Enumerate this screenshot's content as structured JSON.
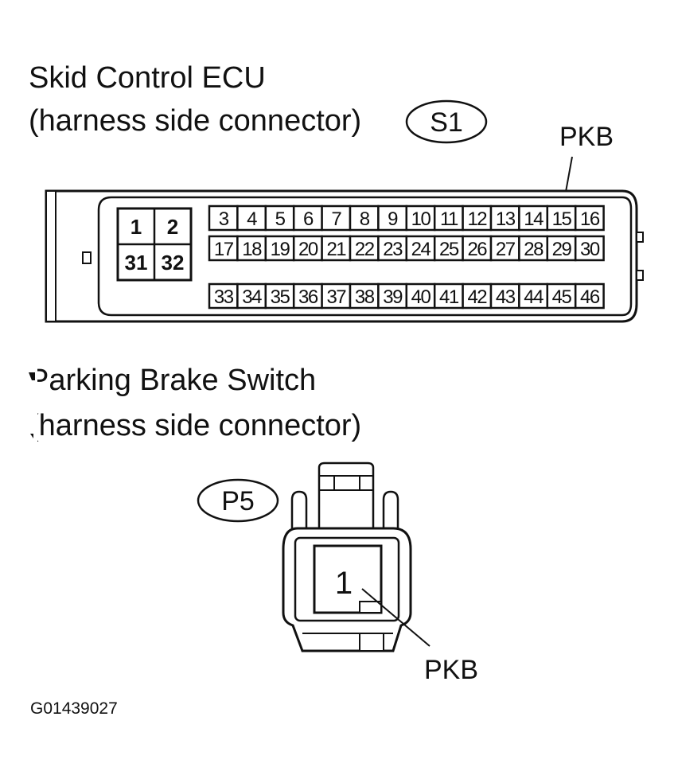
{
  "ecu": {
    "title": "Skid Control ECU",
    "subtitle": "(harness side connector)",
    "connector_id": "S1",
    "signal_label": "PKB",
    "left_pins": [
      "1",
      "2",
      "31",
      "32"
    ],
    "row1": [
      "3",
      "4",
      "5",
      "6",
      "7",
      "8",
      "9",
      "10",
      "11",
      "12",
      "13",
      "14",
      "15",
      "16"
    ],
    "row2": [
      "17",
      "18",
      "19",
      "20",
      "21",
      "22",
      "23",
      "24",
      "25",
      "26",
      "27",
      "28",
      "29",
      "30"
    ],
    "row3": [
      "33",
      "34",
      "35",
      "36",
      "37",
      "38",
      "39",
      "40",
      "41",
      "42",
      "43",
      "44",
      "45",
      "46"
    ],
    "pkb_pin": "15"
  },
  "switch": {
    "title": "Parking Brake Switch",
    "subtitle": "(harness side connector)",
    "connector_id": "P5",
    "pin": "1",
    "signal_label": "PKB"
  },
  "figure_code": "G01439027"
}
